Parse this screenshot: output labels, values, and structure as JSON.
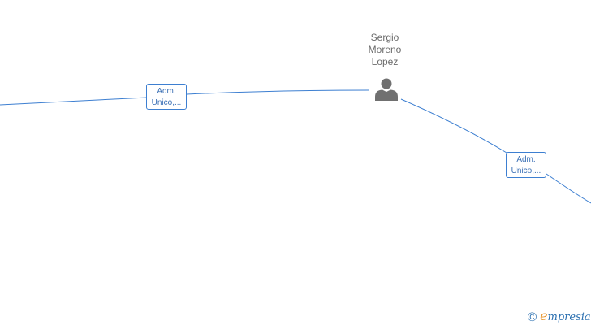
{
  "person": {
    "name_lines": [
      "Sergio",
      "Moreno",
      "Lopez"
    ],
    "icon": "person-silhouette-icon"
  },
  "roles": [
    {
      "line1": "Adm.",
      "line2": "Unico,..."
    },
    {
      "line1": "Adm.",
      "line2": "Unico,..."
    }
  ],
  "footer": {
    "copyright_symbol": "©",
    "brand_first_letter": "e",
    "brand_rest": "mpresia"
  },
  "colors": {
    "link_line": "#3d7fd1",
    "person_icon": "#707070",
    "name_text": "#6b6b6b",
    "brand_blue": "#2a6fb0",
    "brand_orange": "#e8962e"
  }
}
